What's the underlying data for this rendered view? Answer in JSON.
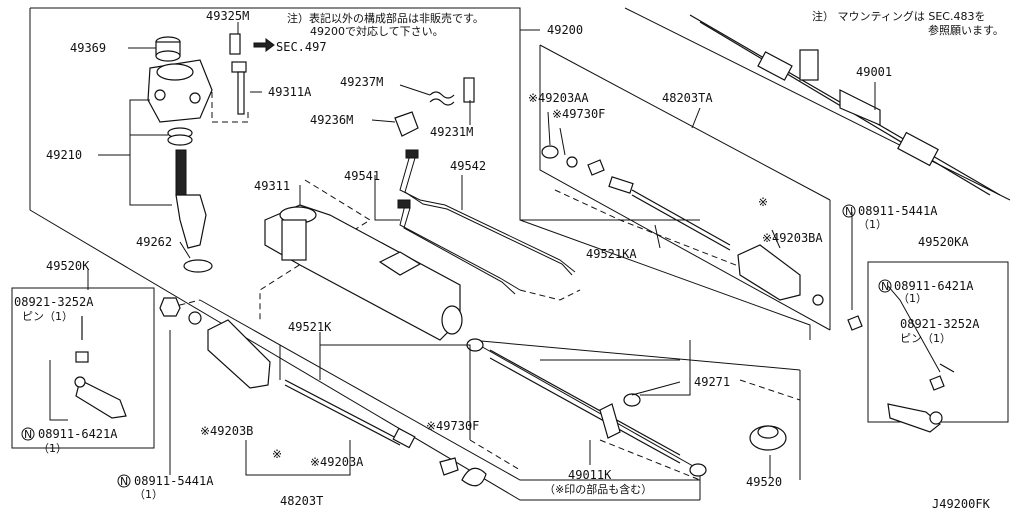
{
  "labels": {
    "p49325M": "49325M",
    "p49369": "49369",
    "p49210": "49210",
    "p49262": "49262",
    "p49311A": "49311A",
    "sec497": "SEC.497",
    "p49237M": "49237M",
    "p49236M": "49236M",
    "p49231M": "49231M",
    "p49311": "49311",
    "p49541": "49541",
    "p49542": "49542",
    "p49200": "49200",
    "p49203AA": "※49203AA",
    "p49730F_top": "※49730F",
    "p48203TA": "48203TA",
    "p49521KA": "49521KA",
    "p49203BA": "※49203BA",
    "p49001": "49001",
    "p49520K": "49520K",
    "p08921_left": "08921-3252A",
    "pin_left": "ピン（1）",
    "n08911_6421_left": "08911-6421A",
    "qty_left_6421": "（1）",
    "n08911_5441_bottom": "08911-5441A",
    "qty_bottom_5441": "（1）",
    "p49203B": "※49203B",
    "asterisk_left": "※",
    "p49521K": "49521K",
    "p49730F_bottom": "※49730F",
    "p49203A": "※49203A",
    "p48203T": "48203T",
    "p49011K": "49011K",
    "p49011K_note": "（※印の部品も含む）",
    "p49271": "49271",
    "p49520": "49520",
    "asterisk_right": "※",
    "n08911_5441_right": "08911-5441A",
    "qty_right_5441": "（1）",
    "p49520KA": "49520KA",
    "n08911_6421_right": "08911-6421A",
    "qty_right_6421": "（1）",
    "p08921_right": "08921-3252A",
    "pin_right": "ピン（1）",
    "diagram_code": "J49200FK"
  },
  "notes": {
    "top_line1": "注）表記以外の構成部品は非販売です。",
    "top_line2": "49200で対応して下さい。",
    "right_line1": "注） マウンティングは SEC.483を",
    "right_line2": "参照願います。"
  },
  "circled_marker": "N"
}
